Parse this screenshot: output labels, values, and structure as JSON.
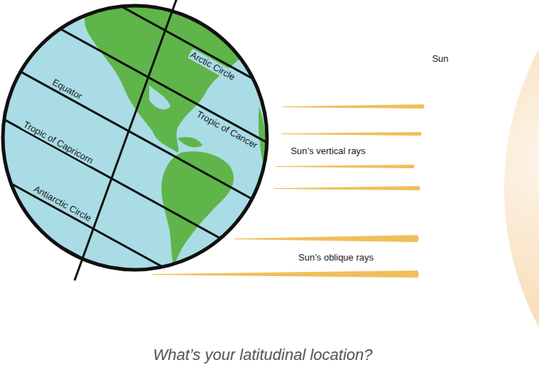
{
  "diagram": {
    "caption": "What’s your latitudinal location?",
    "labels": [
      "Arctic Circle",
      "Tropic of Cancer",
      "Equator",
      "Tropic of Capricorn",
      "Antiarctic Circle",
      "Sun",
      "Sun’s vertical rays",
      "Sun’s oblique rays"
    ]
  }
}
